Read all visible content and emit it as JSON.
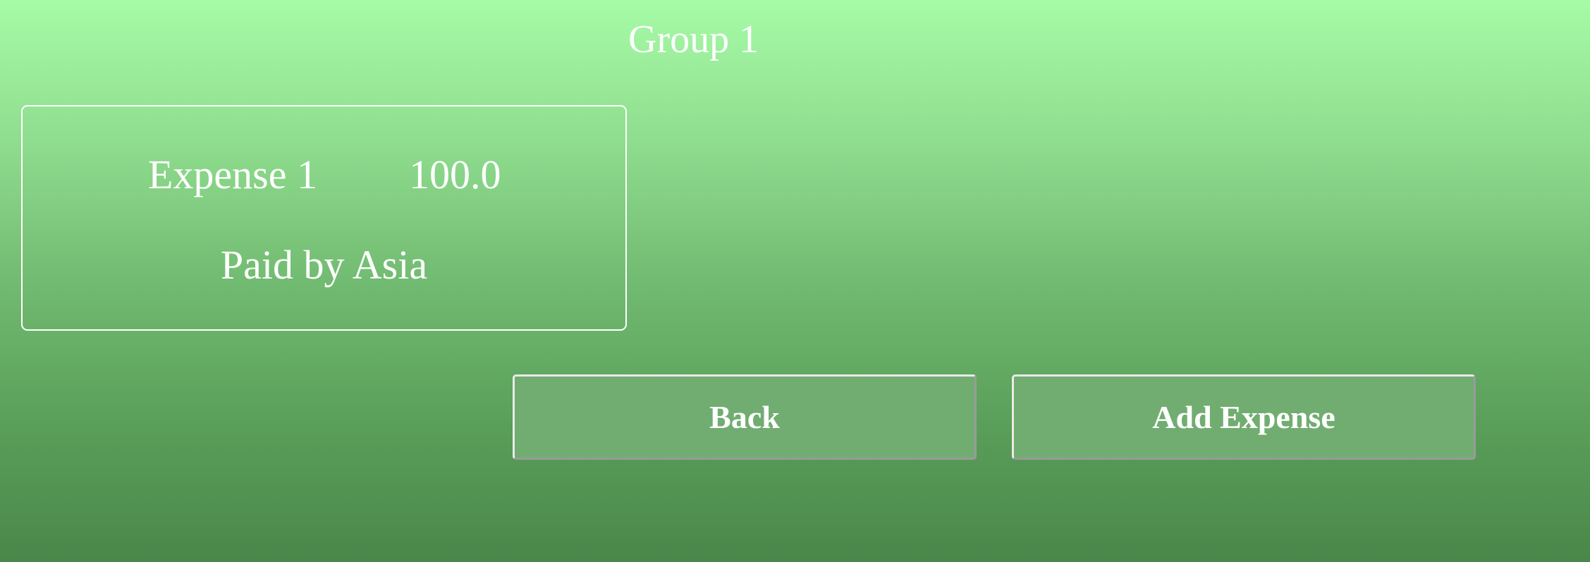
{
  "group": {
    "title": "Group 1"
  },
  "expenses": [
    {
      "name": "Expense 1",
      "amount": "100.0",
      "paid_by": "Paid by Asia"
    }
  ],
  "actions": {
    "back_label": "Back",
    "add_expense_label": "Add Expense"
  },
  "colors": {
    "background_top": "#a6fba6",
    "background_bottom": "#4a874a",
    "button_fill": "#71ad71",
    "text": "#ffffff"
  }
}
